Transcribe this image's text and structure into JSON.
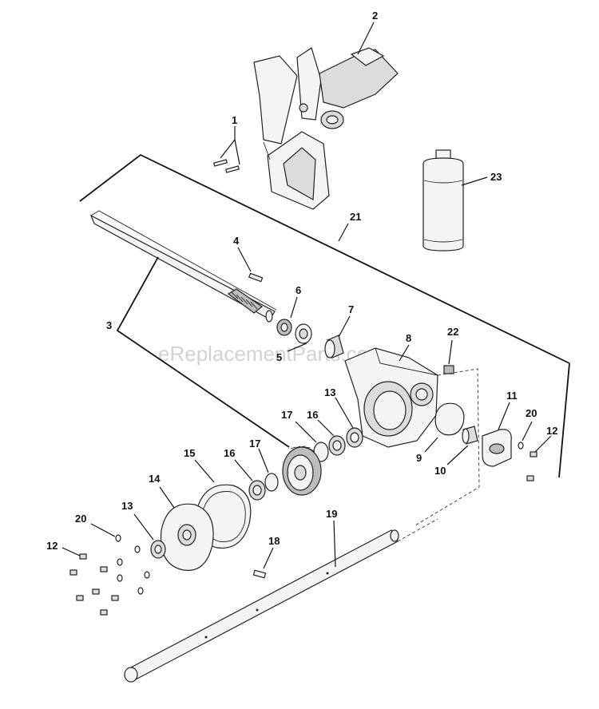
{
  "watermark": "eReplacementParts.com",
  "callouts": {
    "c1": "1",
    "c2": "2",
    "c3": "3",
    "c4": "4",
    "c5": "5",
    "c6": "6",
    "c7": "7",
    "c8": "8",
    "c9": "9",
    "c10": "10",
    "c11": "11",
    "c12a": "12",
    "c12b": "12",
    "c13a": "13",
    "c13b": "13",
    "c14": "14",
    "c15": "15",
    "c16a": "16",
    "c16b": "16",
    "c17a": "17",
    "c17b": "17",
    "c18": "18",
    "c19": "19",
    "c20a": "20",
    "c20b": "20",
    "c21": "21",
    "c22": "22",
    "c23": "23"
  }
}
